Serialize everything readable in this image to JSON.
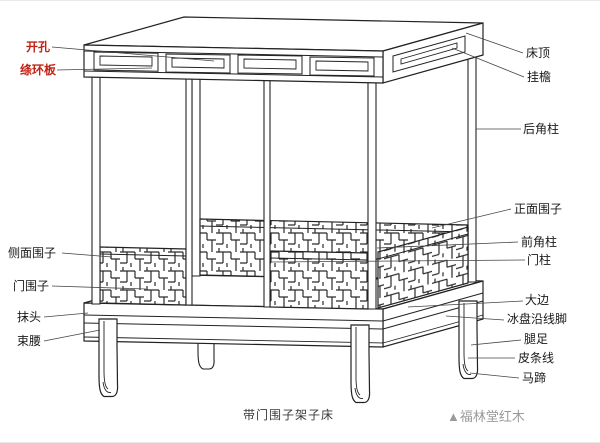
{
  "meta": {
    "caption": "带门围子架子床",
    "watermark": "▲福林堂红木"
  },
  "colors": {
    "line": "#222222",
    "label_text": "#1a1a1a",
    "accent_red": "#c22317",
    "watermark_gray": "#9a9a9a",
    "background": "#ffffff"
  },
  "labels": {
    "kaikong": "开孔",
    "taohuanban": "绦环板",
    "cemian_weizi": "侧面围子",
    "men_weizi": "门围子",
    "motou": "抹头",
    "shuyao": "束腰",
    "chuangding": "床顶",
    "guayan": "挂檐",
    "houjiaozhu": "后角柱",
    "zhengmian_weizi": "正面围子",
    "qianjiaozhu": "前角柱",
    "menzhu": "门柱",
    "dabian": "大边",
    "bingpanyan_xianjiao": "冰盘沿线脚",
    "tuizu": "腿足",
    "pitiaoxian": "皮条线",
    "mati": "马蹄"
  }
}
